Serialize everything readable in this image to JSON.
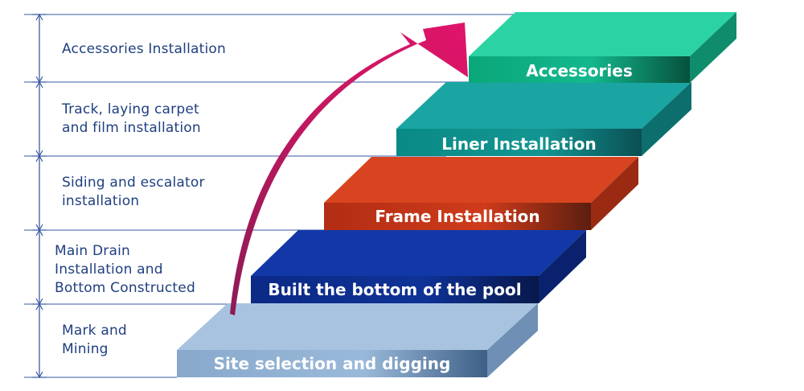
{
  "stages": [
    {
      "label": "Accessories",
      "description": "Accessories Installation",
      "color": "#14b88e"
    },
    {
      "label": "Liner Installation",
      "description": "Track, laying carpet\nand film installation",
      "color": "#14918f"
    },
    {
      "label": "Frame Installation",
      "description": "Siding and escalator\ninstallation",
      "color": "#c9391b"
    },
    {
      "label": "Built the bottom of the pool",
      "description": "Main Drain\nInstallation and\nBottom  Constructed",
      "color": "#0d2e92"
    },
    {
      "label": "Site selection and digging",
      "description": "Mark and\nMining",
      "color": "#8fb0d2"
    }
  ],
  "colors": {
    "arrow": "#d4145a",
    "text": "#1f3f80",
    "guide": "#3a5aa0"
  }
}
